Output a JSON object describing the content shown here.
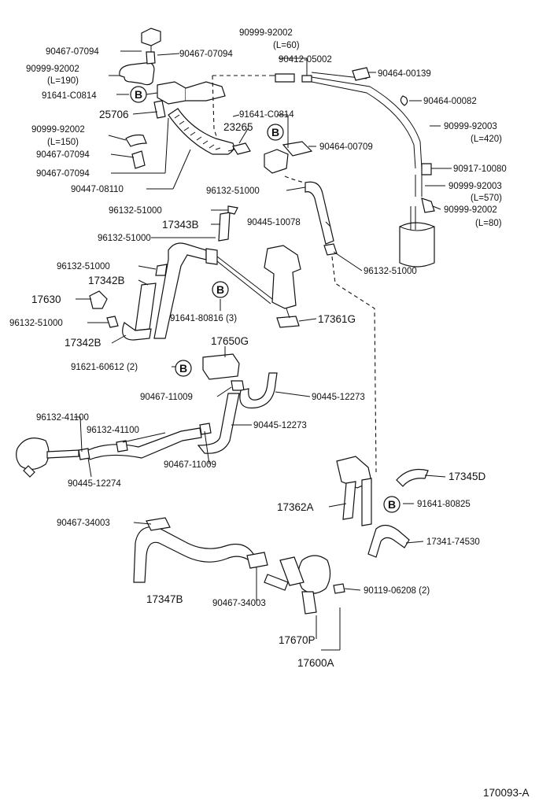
{
  "parts": {
    "p_9046707094_a": "90467-07094",
    "p_9046707094_b": "90467-07094",
    "p_9099992002_a": "90999-92002",
    "p_l190": "(L=190)",
    "p_91641c0814_a": "91641-C0814",
    "p_25706": "25706",
    "p_9099992002_b": "90999-92002",
    "p_l150": "(L=150)",
    "p_9046707094_c": "90467-07094",
    "p_9046707094_d": "90467-07094",
    "p_9044708110": "90447-08110",
    "p_9099992002_top": "90999-92002",
    "p_l60": "(L=60)",
    "p_9041205002": "90412-05002",
    "p_9046400139": "90464-00139",
    "p_9046400082": "90464-00082",
    "p_91641c0814_b": "91641-C0814",
    "p_23265": "23265",
    "p_9046400709": "90464-00709",
    "p_9099992003_a": "90999-92003",
    "p_l420": "(L=420)",
    "p_9091710080": "90917-10080",
    "p_9099992003_b": "90999-92003",
    "p_l570": "(L=570)",
    "p_9099992002_c": "90999-92002",
    "p_l80": "(L=80)",
    "p_9613251000_a": "96132-51000",
    "p_9613251000_b": "96132-51000",
    "p_17343b": "17343B",
    "p_9044510078": "90445-10078",
    "p_9613251000_c": "96132-51000",
    "p_9613251000_d": "96132-51000",
    "p_9613251000_e": "96132-51000",
    "p_17342b_a": "17342B",
    "p_17630": "17630",
    "p_9164180816": "91641-80816 (3)",
    "p_9613251000_f": "96132-51000",
    "p_17361g": "17361G",
    "p_17342b_b": "17342B",
    "p_17650g": "17650G",
    "p_9162160612": "91621-60612 (2)",
    "p_9046711009_a": "90467-11009",
    "p_9044512273_a": "90445-12273",
    "p_9613241100_a": "96132-41100",
    "p_9613241100_b": "96132-41100",
    "p_9044512273_b": "90445-12273",
    "p_9046711009_b": "90467-11009",
    "p_9044512274": "90445-12274",
    "p_17345d": "17345D",
    "p_17362a": "17362A",
    "p_9164180825": "91641-80825",
    "p_9046734003_a": "90467-34003",
    "p_1734174530": "17341-74530",
    "p_17347b": "17347B",
    "p_9011906208": "90119-06208 (2)",
    "p_9046734003_b": "90467-34003",
    "p_17670p": "17670P",
    "p_17600a": "17600A"
  },
  "callout_letter": "B",
  "figure_number": "170093-A"
}
